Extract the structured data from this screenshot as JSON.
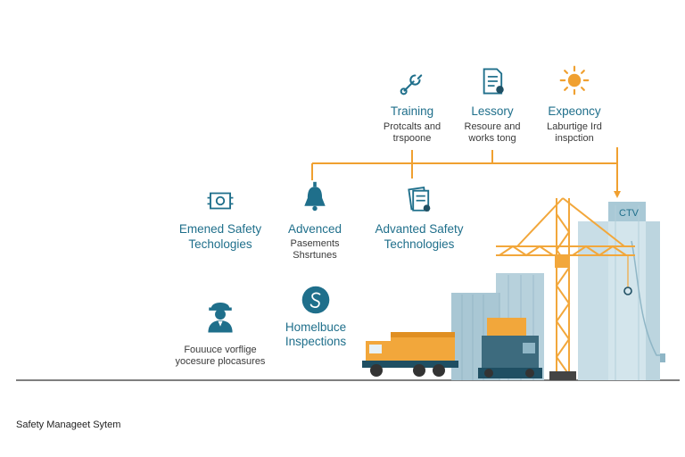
{
  "top_row": [
    {
      "title": "Training",
      "sub1": "Protcalts and",
      "sub2": "trspoone",
      "icon": "wrench-icon"
    },
    {
      "title": "Lessory",
      "sub1": "Resoure and",
      "sub2": "works tong",
      "icon": "document-icon"
    },
    {
      "title": "Expeoncy",
      "sub1": "Laburtige Ird",
      "sub2": "inspction",
      "icon": "sun-icon"
    }
  ],
  "mid_row": [
    {
      "title1": "Emened Safety",
      "title2": "Techologies",
      "icon": "gear-box-icon"
    },
    {
      "title1": "Advenced",
      "sub1": "Pasements",
      "sub2": "Shsrtunes",
      "icon": "bell-icon"
    },
    {
      "title1": "Advanted Safety",
      "title2": "Technologies",
      "icon": "checklist-icon"
    }
  ],
  "bottom_row": [
    {
      "sub1": "Fouuuce vorflige",
      "sub2": "yocesure plocasures",
      "icon": "hard-hat-worker-icon"
    },
    {
      "title1": "Homelbuce",
      "title2": "Inspections",
      "icon": "circle-s-icon"
    }
  ],
  "scene": {
    "silo_label": "CTV"
  },
  "footer": {
    "label": "Safety Manageet Sytem"
  },
  "colors": {
    "teal": "#1f6f8b",
    "orange": "#f0a030",
    "crane": "#f2a73b",
    "steel": "#8fb6c6",
    "ground": "#555555"
  }
}
